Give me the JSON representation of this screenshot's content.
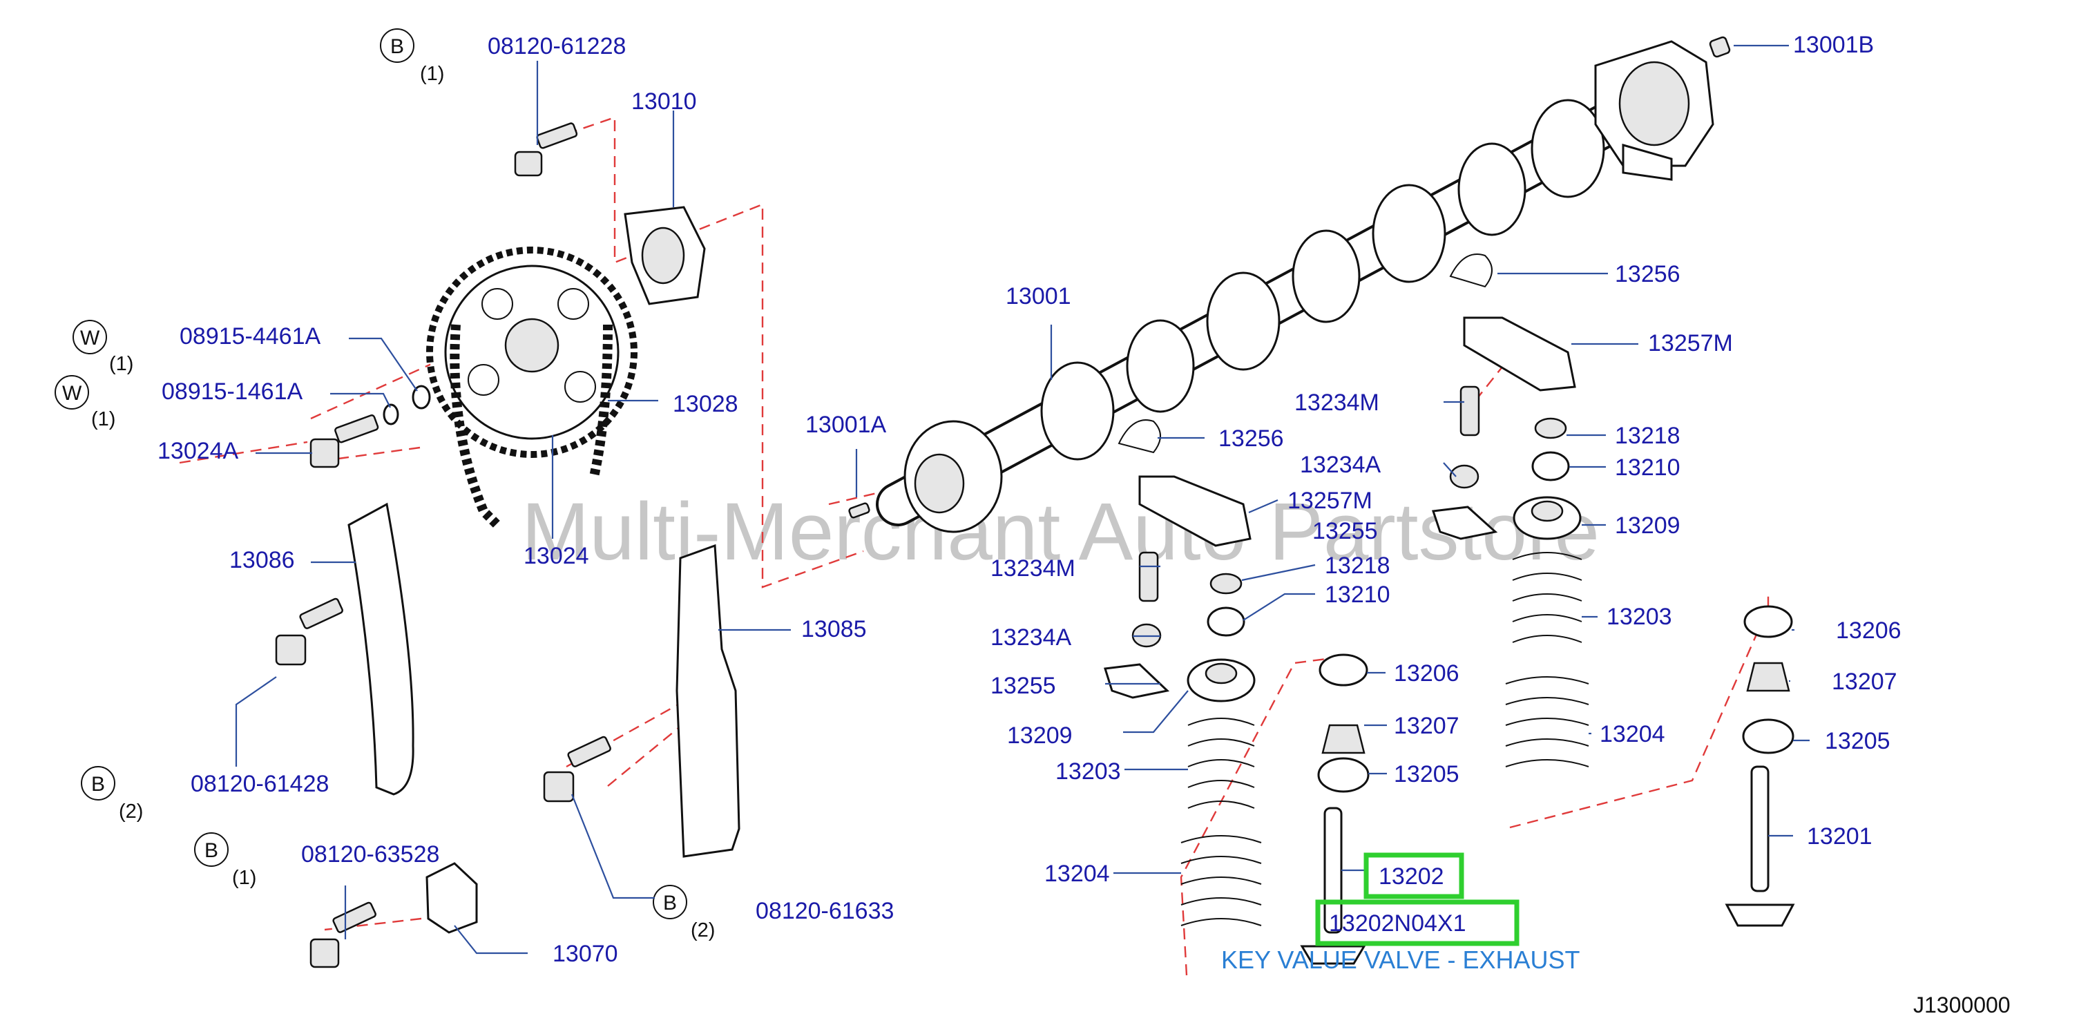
{
  "diagram_id": "J1300000",
  "watermark": "Multi-Merchant Auto Partstore",
  "key_note": "KEY VALUE VALVE - EXHAUST",
  "symbols": {
    "b": "B",
    "w": "W"
  },
  "quantities": {
    "one": "(1)",
    "two": "(2)"
  },
  "labels": {
    "p08120_61228": "08120-61228",
    "p13010": "13010",
    "p08915_4461A": "08915-4461A",
    "p08915_1461A": "08915-1461A",
    "p13024A": "13024A",
    "p13028": "13028",
    "p13024": "13024",
    "p13086": "13086",
    "p08120_61428": "08120-61428",
    "p08120_63528": "08120-63528",
    "p13070": "13070",
    "p13085": "13085",
    "p08120_61633": "08120-61633",
    "p13001A": "13001A",
    "p13001": "13001",
    "p13001B": "13001B",
    "p13256_a": "13256",
    "p13257M_a": "13257M",
    "p13234M_a": "13234M",
    "p13234A_a": "13234A",
    "p13255_a": "13255",
    "p13218_a": "13218",
    "p13210_a": "13210",
    "p13209_a": "13209",
    "p13203_a": "13203",
    "p13204_a": "13204",
    "p13256_b": "13256",
    "p13257M_b": "13257M",
    "p13234M_b": "13234M",
    "p13234A_b": "13234A",
    "p13255_b": "13255",
    "p13218_b": "13218",
    "p13210_b": "13210",
    "p13209_b": "13209",
    "p13203_b": "13203",
    "p13204_b": "13204",
    "p13206_a": "13206",
    "p13207_a": "13207",
    "p13205_a": "13205",
    "p13206_b": "13206",
    "p13207_b": "13207",
    "p13205_b": "13205",
    "p13201": "13201",
    "p13202": "13202",
    "p13202N04X1": "13202N04X1"
  },
  "colors": {
    "label": "#1a1aa8",
    "leader": "#2d4f9e",
    "dash": "#e03a3a",
    "highlight": "#2fcf2f",
    "note": "#2a7fd4"
  }
}
